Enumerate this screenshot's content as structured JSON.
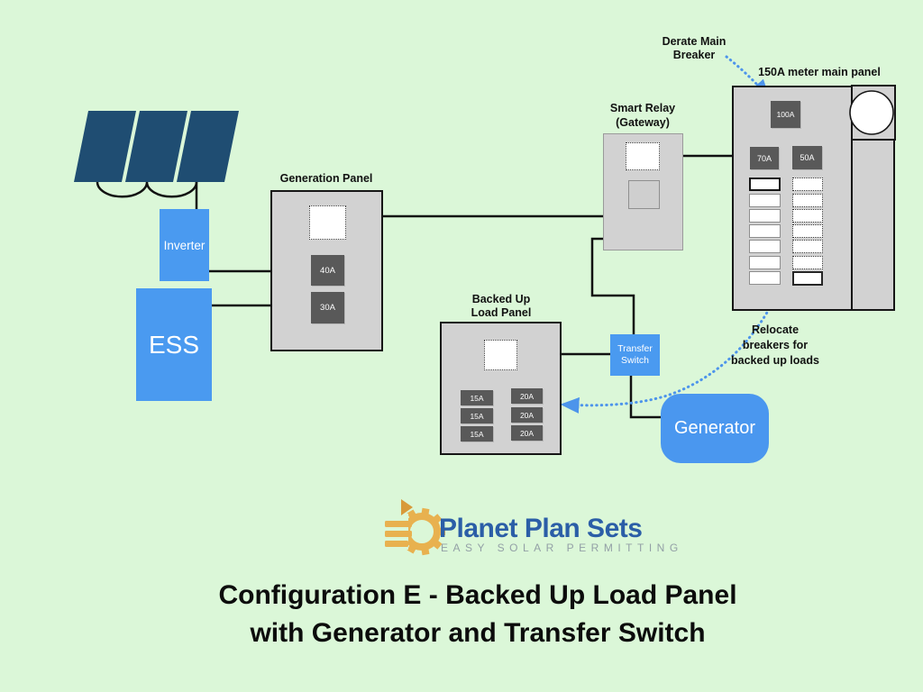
{
  "title": {
    "line1": "Configuration E - Backed Up Load Panel",
    "line2": "with Generator and Transfer Switch"
  },
  "logo": {
    "brand": "Planet Plan Sets",
    "tagline": "EASY SOLAR PERMITTING"
  },
  "annotations": {
    "derate": {
      "line1": "Derate Main",
      "line2": "Breaker"
    },
    "relocate": {
      "line1": "Relocate",
      "line2": "breakers for",
      "line3": "backed up loads"
    }
  },
  "inverter": {
    "label": "Inverter"
  },
  "ess": {
    "label": "ESS"
  },
  "generation_panel": {
    "label": "Generation Panel",
    "breakers": [
      "40A",
      "30A"
    ]
  },
  "smart_relay": {
    "label_line1": "Smart Relay",
    "label_line2": "(Gateway)"
  },
  "main_panel": {
    "label": "150A meter main panel",
    "main_breaker": "100A",
    "breaker_70": "70A",
    "breaker_50": "50A"
  },
  "load_panel": {
    "label_line1": "Backed Up",
    "label_line2": "Load Panel",
    "left_breakers": [
      "15A",
      "15A",
      "15A"
    ],
    "right_breakers": [
      "20A",
      "20A",
      "20A"
    ]
  },
  "transfer_switch": {
    "label_line1": "Transfer",
    "label_line2": "Switch"
  },
  "generator": {
    "label": "Generator"
  },
  "colors": {
    "background": "#dbf7d8",
    "panel_gray": "#d2d2d2",
    "breaker_gray": "#595959",
    "box_blue": "#4a9af0",
    "solar_navy": "#1f4d72",
    "arrow_blue": "#4d94eb",
    "logo_gold": "#e8b14f",
    "brand_blue": "#2b5ea7",
    "tagline_gray": "#93a0a6"
  }
}
